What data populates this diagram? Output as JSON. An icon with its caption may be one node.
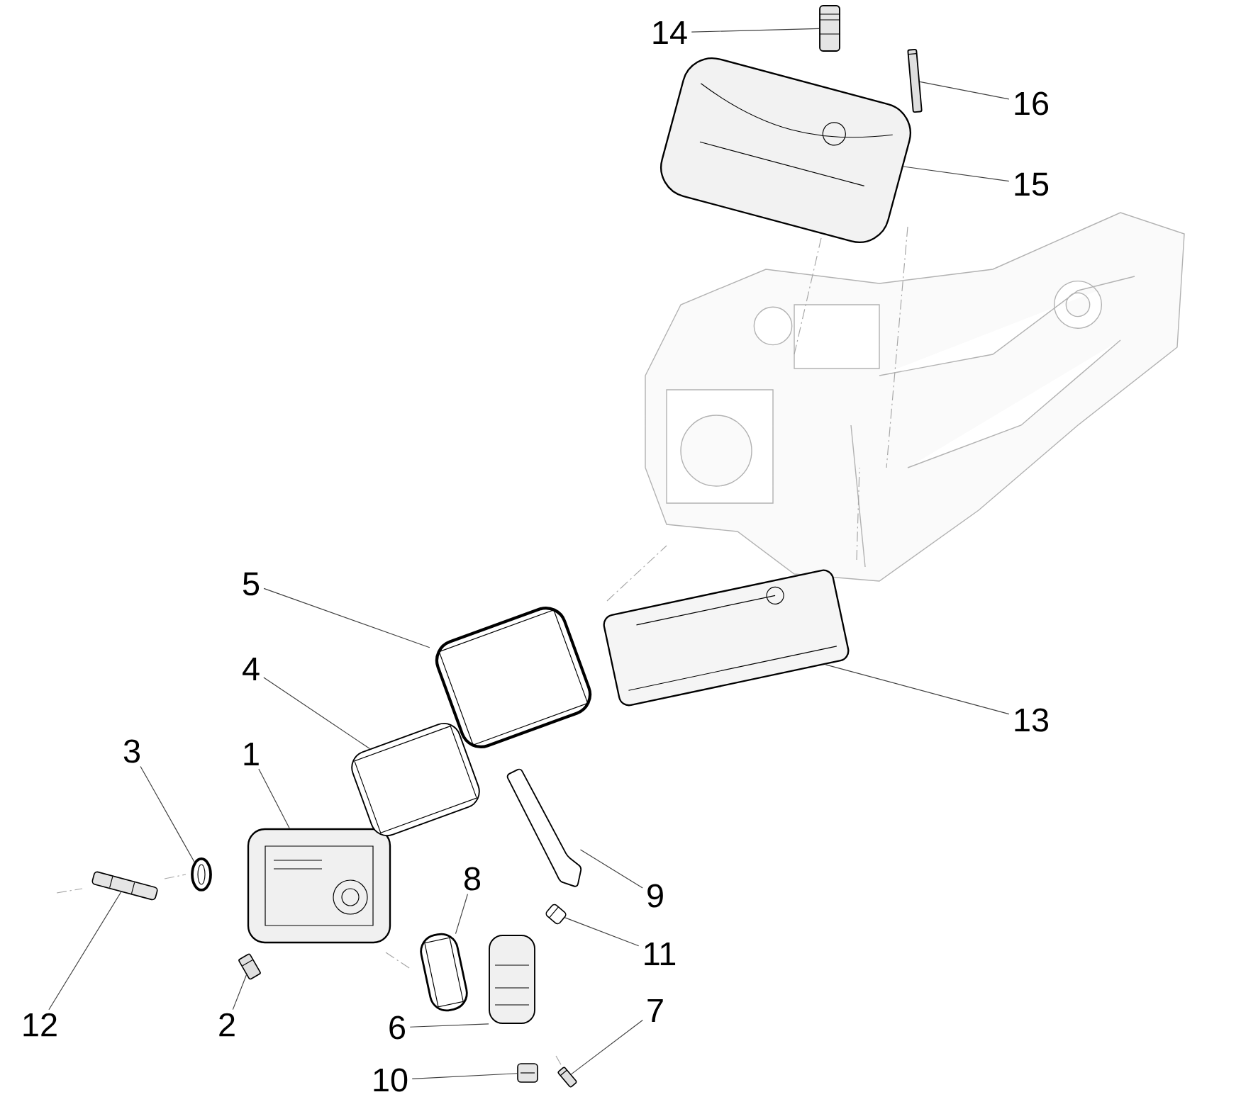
{
  "diagram": {
    "nodes": [
      {
        "text": [
          "1"
        ]
      },
      {
        "text": [
          "2"
        ]
      },
      {
        "text": [
          "3"
        ]
      },
      {
        "text": [
          "4"
        ]
      },
      {
        "text": [
          "5"
        ]
      },
      {
        "text": [
          "6"
        ]
      },
      {
        "text": [
          "7"
        ]
      },
      {
        "text": [
          "8"
        ]
      },
      {
        "text": [
          "9"
        ]
      },
      {
        "text": [
          "10"
        ]
      },
      {
        "text": [
          "11"
        ]
      },
      {
        "text": [
          "12"
        ]
      },
      {
        "text": [
          "13"
        ]
      },
      {
        "text": [
          "14"
        ]
      },
      {
        "text": [
          "15"
        ]
      },
      {
        "text": [
          "16"
        ]
      },
      {
        "text": [],
        "shape": "picture"
      },
      {
        "text": [],
        "shape": "picture"
      },
      {
        "text": [],
        "shape": "picture"
      },
      {
        "text": [],
        "shape": "picture"
      },
      {
        "text": [],
        "shape": "picture"
      },
      {
        "text": [],
        "shape": "picture"
      },
      {
        "text": [],
        "shape": "picture"
      },
      {
        "text": [],
        "shape": "picture"
      },
      {
        "text": [],
        "shape": "picture"
      },
      {
        "text": [],
        "shape": "picture"
      },
      {
        "text": [],
        "shape": "picture"
      },
      {
        "text": [],
        "shape": "picture"
      },
      {
        "text": [],
        "shape": "picture"
      },
      {
        "text": [],
        "shape": "picture"
      },
      {
        "text": [],
        "shape": "picture"
      },
      {
        "text": [],
        "shape": "picture"
      }
    ],
    "edges": [
      {
        "from": 0,
        "to": 16,
        "arrow": "none"
      },
      {
        "from": 1,
        "to": 17,
        "arrow": "none"
      },
      {
        "from": 2,
        "to": 18,
        "arrow": "none"
      },
      {
        "from": 3,
        "to": 19,
        "arrow": "none"
      },
      {
        "from": 4,
        "to": 20,
        "arrow": "none"
      },
      {
        "from": 5,
        "to": 21,
        "arrow": "none"
      },
      {
        "from": 6,
        "to": 22,
        "arrow": "none"
      },
      {
        "from": 7,
        "to": 23,
        "arrow": "none"
      },
      {
        "from": 8,
        "to": 24,
        "arrow": "none"
      },
      {
        "from": 9,
        "to": 25,
        "arrow": "none"
      },
      {
        "from": 10,
        "to": 26,
        "arrow": "none"
      },
      {
        "from": 11,
        "to": 27,
        "arrow": "none"
      },
      {
        "from": 12,
        "to": 28,
        "arrow": "none"
      },
      {
        "from": 13,
        "to": 29,
        "arrow": "none"
      },
      {
        "from": 14,
        "to": 30,
        "arrow": "none"
      },
      {
        "from": 15,
        "to": 31,
        "arrow": "none"
      }
    ]
  }
}
